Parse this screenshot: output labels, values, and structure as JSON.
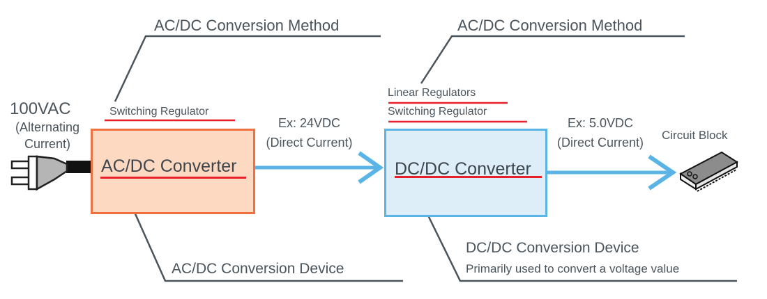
{
  "source": {
    "voltage": "100VAC",
    "type_line1": "(Alternating",
    "type_line2": "Current)"
  },
  "ac_dc": {
    "method_title": "AC/DC Conversion Method",
    "methods": [
      "Switching Regulator"
    ],
    "converter_label": "AC/DC Converter",
    "device_title": "AC/DC Conversion Device",
    "fill_color": "#fdd9c1",
    "border_color": "#f07040"
  },
  "link1": {
    "example": "Ex: 24VDC",
    "type": "(Direct Current)"
  },
  "dc_dc": {
    "method_title": "AC/DC Conversion Method",
    "methods": [
      "Linear Regulators",
      "Switching Regulator"
    ],
    "converter_label": "DC/DC Converter",
    "device_title": "DC/DC Conversion Device",
    "device_subtitle": "Primarily used to convert a voltage value",
    "fill_color": "#ddeef9",
    "border_color": "#5ab4e5"
  },
  "link2": {
    "example": "Ex: 5.0VDC",
    "type": "(Direct Current)"
  },
  "load": {
    "label": "Circuit Block"
  },
  "colors": {
    "arrow": "#5ab4e5",
    "underline": "#e8202a",
    "leader": "#4a545c"
  }
}
